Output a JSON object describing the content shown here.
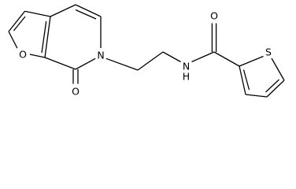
{
  "molecule": {
    "atoms": {
      "furan_oxygen": "O",
      "carbonyl_oxygen_left": "O",
      "ring_nitrogen": "N",
      "amide_nitrogen": "N",
      "amide_hydrogen": "H",
      "carbonyl_oxygen_right": "O",
      "thiophene_sulfur": "S"
    }
  }
}
